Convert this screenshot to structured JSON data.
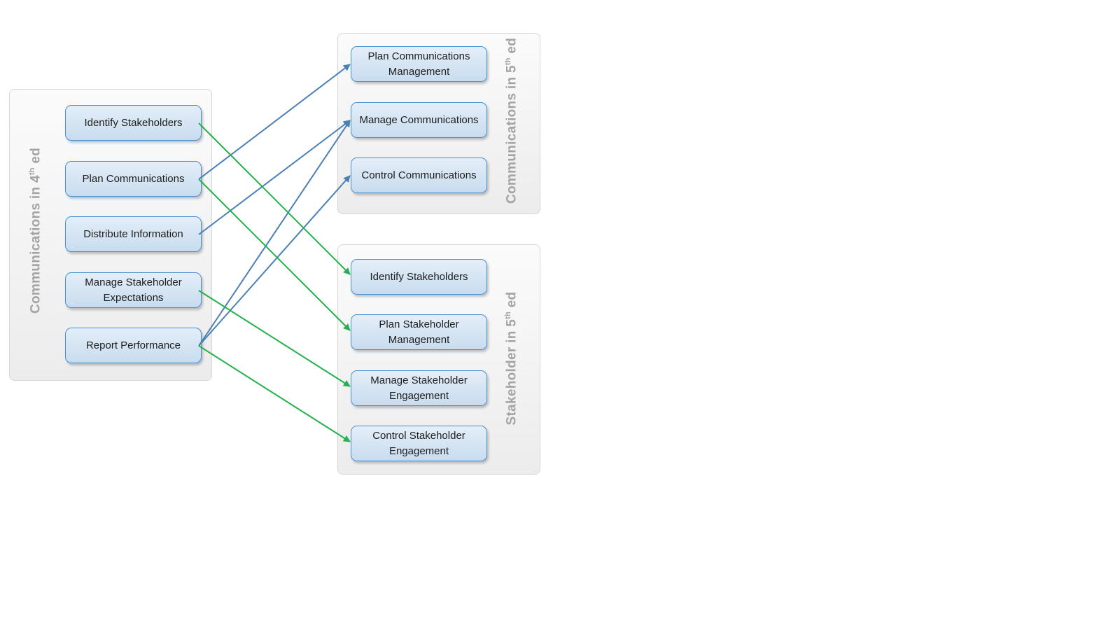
{
  "groups": {
    "comm4": {
      "title_prefix": "Communications in 4",
      "title_sup": "th",
      "title_suffix": " ed",
      "items": [
        "Identify Stakeholders",
        "Plan Communications",
        "Distribute Information",
        "Manage Stakeholder Expectations",
        "Report Performance"
      ]
    },
    "comm5": {
      "title_prefix": "Communications in 5",
      "title_sup": "th",
      "title_suffix": " ed",
      "items": [
        "Plan Communications Management",
        "Manage Communications",
        "Control Communications"
      ]
    },
    "stake5": {
      "title_prefix": "Stakeholder in 5",
      "title_sup": "th",
      "title_suffix": " ed",
      "items": [
        "Identify Stakeholders",
        "Plan Stakeholder Management",
        "Manage Stakeholder Engagement",
        "Control Stakeholder Engagement"
      ]
    }
  },
  "colors": {
    "blue_arrow": "#4a7fb5",
    "green_arrow": "#22b14c"
  },
  "links": [
    {
      "from": "comm4.1",
      "to": "comm5.0",
      "color": "blue"
    },
    {
      "from": "comm4.2",
      "to": "comm5.1",
      "color": "blue"
    },
    {
      "from": "comm4.4",
      "to": "comm5.1",
      "color": "blue"
    },
    {
      "from": "comm4.4",
      "to": "comm5.2",
      "color": "blue"
    },
    {
      "from": "comm4.0",
      "to": "stake5.0",
      "color": "green"
    },
    {
      "from": "comm4.1",
      "to": "stake5.1",
      "color": "green"
    },
    {
      "from": "comm4.3",
      "to": "stake5.2",
      "color": "green"
    },
    {
      "from": "comm4.4",
      "to": "stake5.3",
      "color": "green"
    }
  ]
}
